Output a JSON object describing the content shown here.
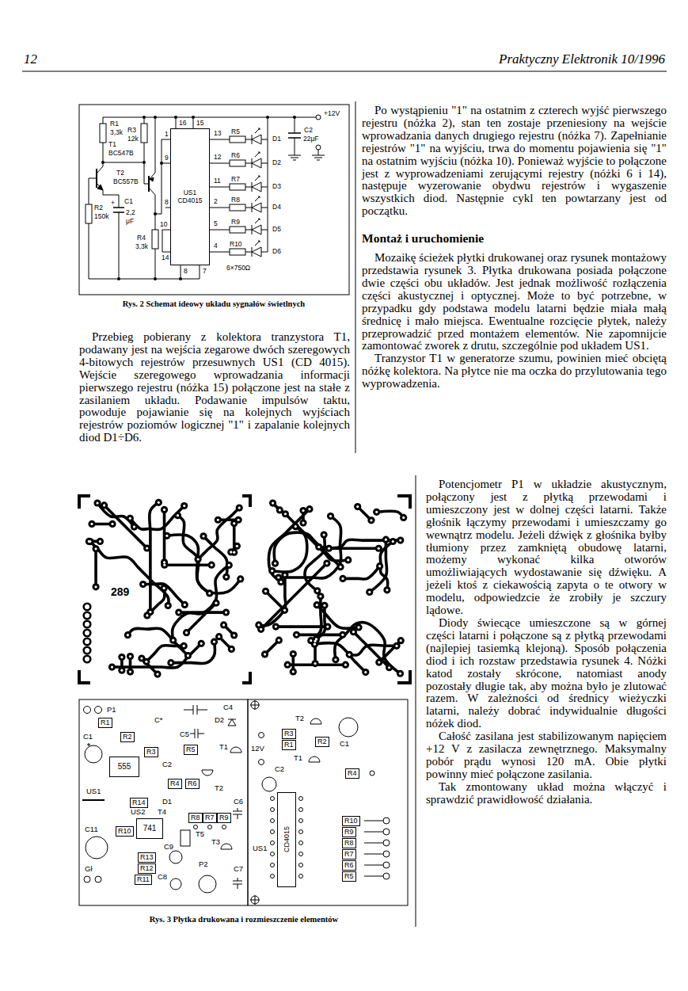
{
  "diagram": {
    "nodes": [
      {
        "text": [
          "US1",
          "CD4015"
        ]
      },
      {
        "text": [
          "555"
        ]
      },
      {
        "text": [
          "741"
        ]
      },
      {
        "text": [
          "CD4015"
        ]
      }
    ],
    "labels": [
      "12",
      "Praktyczny Elektronik 10/1996",
      "Przebieg pobierany z kolektora tranzystora T1, podawany jest na wejścia zegarowe dwóch szeregowych 4-bitowych rejestrów przesuwnych US1 (CD 4015). Wejście szeregowego wprowadzania informacji pierwszego rejestru (nóżka 15) połączone jest na stałe z zasilaniem układu. Podawanie impulsów taktu, powoduje pojawianie się na kolejnych wyjściach rejestrów poziomów logicznej \"1\" i zapalanie kolejnych diod D1÷D6.",
      "Po wystąpieniu \"1\" na ostatnim z czterech wyjść pierwszego rejestru (nóżka 2), stan ten zostaje przeniesiony na wejście wprowadzania danych drugiego rejestru (nóżka 7). Zapełnianie rejestrów \"1\" na wyjściu, trwa do momentu pojawienia się \"1\" na ostatnim wyjściu (nóżka 10). Ponieważ wyjście to połączone jest z wyprowadzeniami zerującymi rejestry (nóżki 6 i 14), następuje wyzerowanie obydwu rejestrów i wygaszenie wszystkich diod. Następnie cykl ten powtarzany jest od początku.",
      "Montaż i uruchomienie",
      "Mozaikę ścieżek płytki drukowanej oraz rysunek montażowy przedstawia rysunek 3. Płytka drukowana posiada połączone dwie części obu układów. Jest jednak możliwość rozłączenia części akustycznej i optycznej. Może to być potrzebne, w przypadku gdy podstawa modelu latarni będzie miała małą średnicę i mało miejsca. Ewentualne rozcięcie płytek, należy przeprowadzić przed montażem elementów. Nie zapomnijcie zamontować zworek z drutu, szczególnie pod układem US1.",
      "Tranzystor T1 w generatorze szumu, powinien mieć obciętą nóżkę kolektora. Na płytce nie ma oczka do przylutowania tego wyprowadzenia.",
      "Potencjometr P1 w układzie akustycznym, połączony jest z płytką przewodami i umieszczony jest w dolnej części latarni. Także głośnik łączymy przewodami i umieszczamy go wewnątrz modelu. Jeżeli dźwięk z głośnika byłby tłumiony przez zamkniętą obudowę latarni, możemy wykonać kilka otworów umożliwiających wydostawanie się dźwięku. A jeżeli ktoś z ciekawością zapyta o te otwory w modelu, odpowiedzcie że zrobiły je szczury lądowe.",
      "Diody świecące umieszczone są w górnej części latarni i połączone są z płytką przewodami (najlepiej tasiemką klejoną). Sposób połączenia diod i ich rozstaw przedstawia rysunek 4. Nóżki katod zostały skrócone, natomiast anody pozostały długie tak, aby można było je zlutować razem. W zależności od średnicy wieżyczki latarni, należy dobrać indywidualnie długości nóżek diod.",
      "Całość zasilana jest stabilizowanym napięciem +12 V z zasilacza zewnętrznego. Maksymalny pobór prądu wynosi 120 mA. Obie płytki powinny mieć połączone zasilania.",
      "Tak zmontowany układ można włączyć i sprawdzić prawidłowość działania.",
      "Rys. 2 Schemat ideowy układu sygnałów świetlnych",
      "Rys. 3 Płytka drukowana i rozmieszczenie elementów",
      "R1",
      "3,3k",
      "T1",
      "BC547B",
      "R3",
      "12k",
      "T2",
      "BC557B",
      "R2",
      "150k",
      "C1",
      "+",
      "2,2",
      "μF",
      "R4",
      "3,3k",
      "16",
      "15",
      "1",
      "13",
      "12",
      "9",
      "11",
      "8",
      "2",
      "5",
      "10",
      "4",
      "14",
      "8",
      "7",
      "R5",
      "D1",
      "R6",
      "D2",
      "R7",
      "D3",
      "R8",
      "D4",
      "R9",
      "D5",
      "R10",
      "D6",
      "6×750Ω",
      "C2",
      "22μF",
      "+12V",
      "289",
      "P1",
      "C4",
      "C*",
      "D2",
      "R1",
      "C1",
      "R2",
      "C5",
      "R3",
      "R5",
      "T1",
      "C2",
      "R4",
      "R6",
      "T2",
      "US1",
      "R14",
      "D1",
      "C6",
      "US2",
      "T4",
      "R8",
      "R7",
      "R9",
      "C11",
      "R10",
      "T5",
      "T3",
      "C9",
      "R13",
      "R12",
      "P2",
      "C7",
      "Gł",
      "R11",
      "C8",
      "T2",
      "R3",
      "R1",
      "R2",
      "C1",
      "12V",
      "T1",
      "C2",
      "R4",
      "US1",
      "R10",
      "R9",
      "R8",
      "R7",
      "R6",
      "R5"
    ]
  }
}
